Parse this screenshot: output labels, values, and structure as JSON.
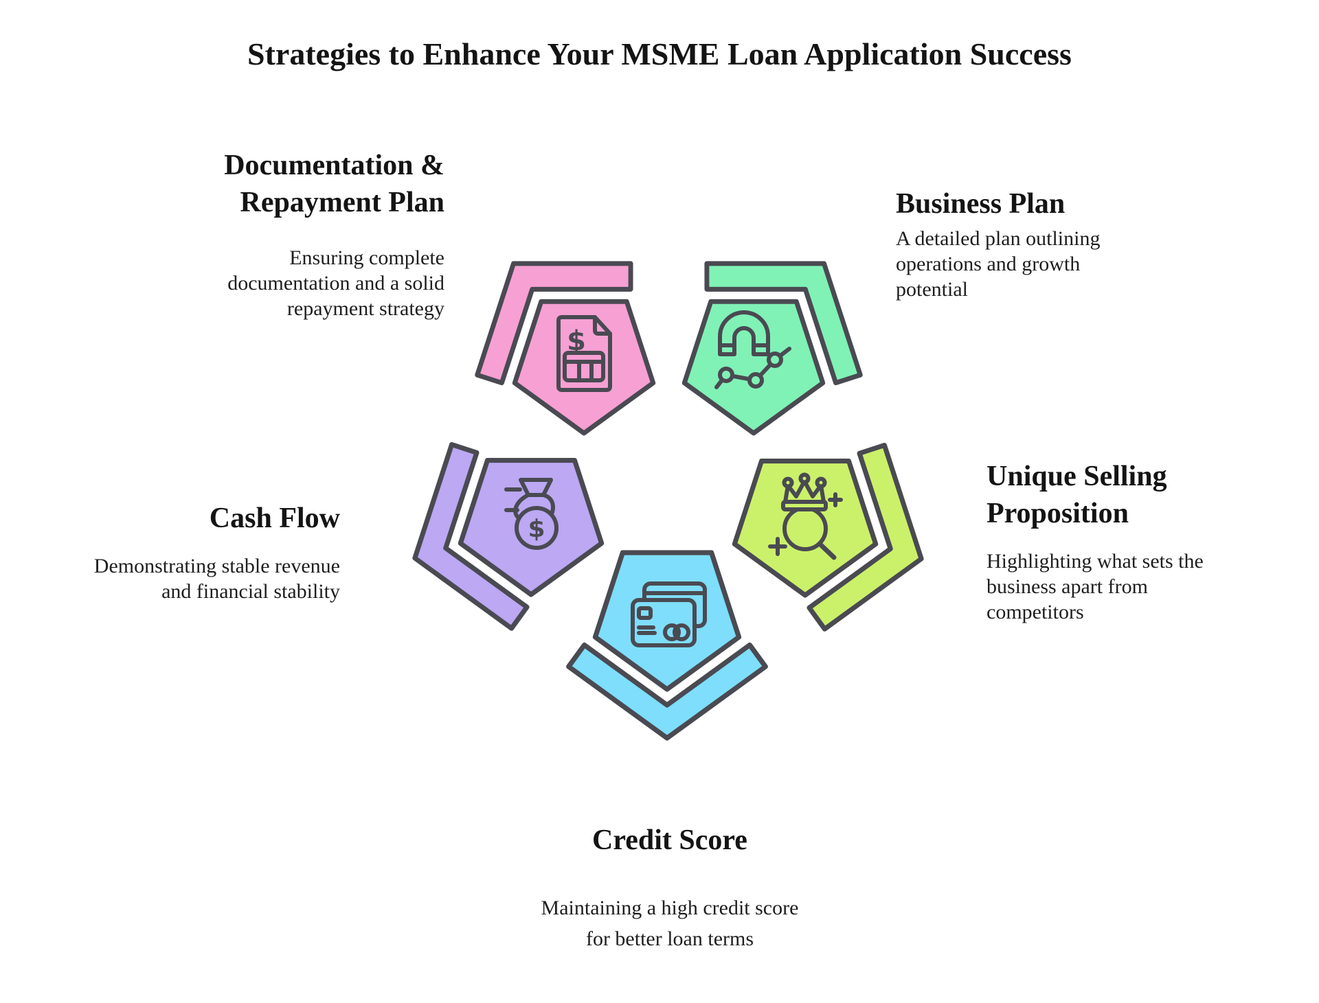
{
  "title": "Strategies to Enhance Your MSME Loan Application Success",
  "colors": {
    "outline": "#4A4A52",
    "pink": "#F7A0D4",
    "green": "#80F2B6",
    "purple": "#BCA8F3",
    "lime": "#CBF16A",
    "blue": "#7EDEFB"
  },
  "glyphs": {
    "dollar": "$"
  },
  "items": [
    {
      "id": "documentation-repayment-plan",
      "heading": "Documentation &\nRepayment Plan",
      "description": "Ensuring complete\ndocumentation and a solid\nrepayment strategy",
      "color_key": "pink",
      "icon": "invoice-document-icon"
    },
    {
      "id": "business-plan",
      "heading": "Business Plan",
      "description": "A detailed plan outlining\noperations and growth\npotential",
      "color_key": "green",
      "icon": "magnet-chart-icon"
    },
    {
      "id": "cash-flow",
      "heading": "Cash Flow",
      "description": "Demonstrating stable revenue\nand financial stability",
      "color_key": "purple",
      "icon": "money-bag-icon"
    },
    {
      "id": "unique-selling-proposition",
      "heading": "Unique Selling\nProposition",
      "description": "Highlighting what sets the\nbusiness apart from\ncompetitors",
      "color_key": "lime",
      "icon": "crown-magnifier-icon"
    },
    {
      "id": "credit-score",
      "heading": "Credit Score",
      "description": "Maintaining a high credit score\nfor better loan terms",
      "color_key": "blue",
      "icon": "credit-cards-icon"
    }
  ]
}
